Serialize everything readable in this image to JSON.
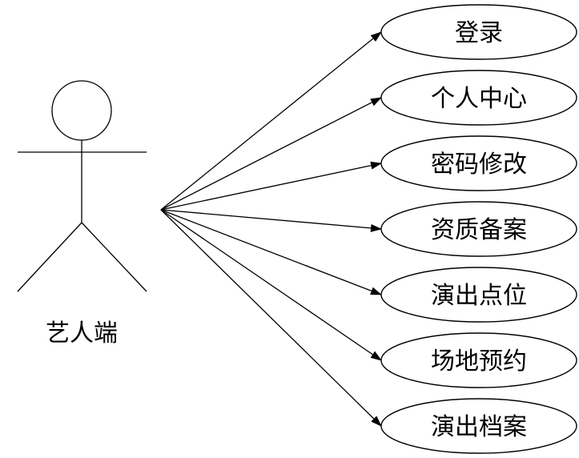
{
  "actor": {
    "label": "艺人端"
  },
  "use_cases": [
    {
      "id": "login",
      "label": "登录"
    },
    {
      "id": "personal-center",
      "label": "个人中心"
    },
    {
      "id": "password-change",
      "label": "密码修改"
    },
    {
      "id": "qualification-filing",
      "label": "资质备案"
    },
    {
      "id": "performance-spots",
      "label": "演出点位"
    },
    {
      "id": "venue-booking",
      "label": "场地预约"
    },
    {
      "id": "performance-archive",
      "label": "演出档案"
    }
  ],
  "colors": {
    "stroke": "#000000",
    "background": "#ffffff"
  }
}
